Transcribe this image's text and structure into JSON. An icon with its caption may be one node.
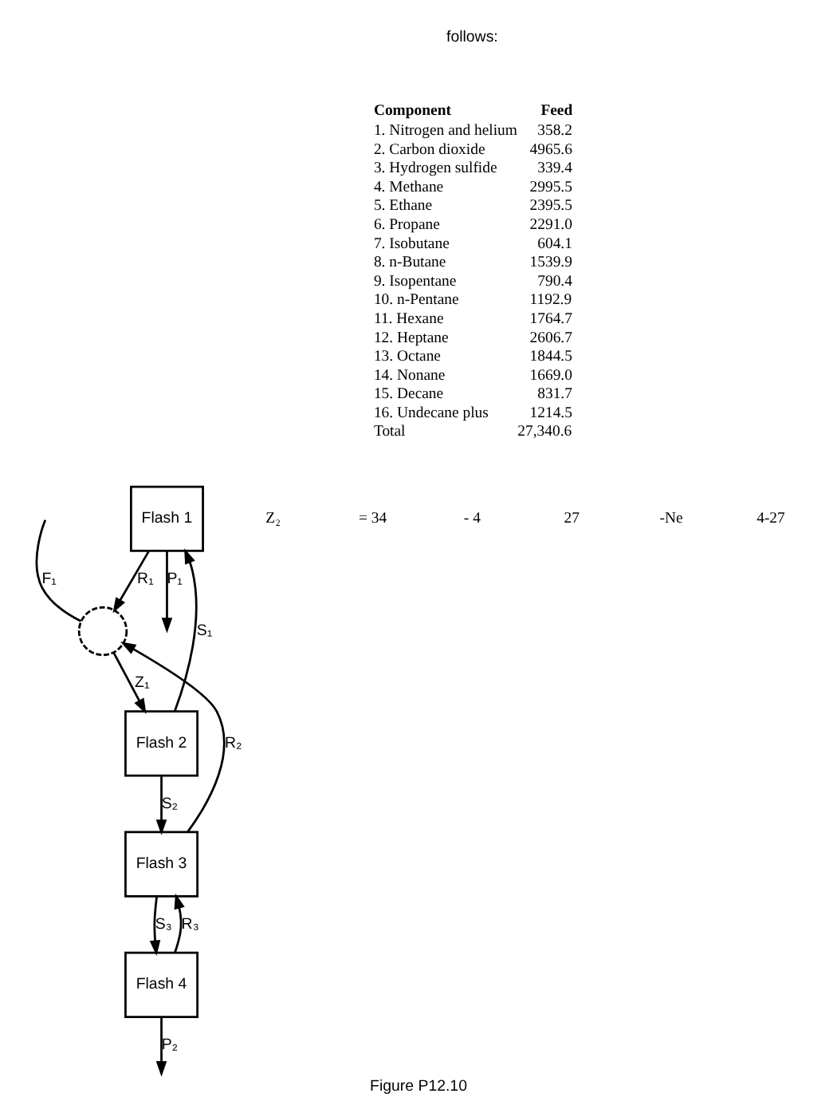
{
  "diagram": {
    "caption": "Figure P12.10",
    "nodes": [
      {
        "text": [
          "Flash 1"
        ]
      },
      {
        "text": [],
        "shape": "circle"
      },
      {
        "text": [
          "Flash 2"
        ]
      },
      {
        "text": [
          "Flash 3"
        ]
      },
      {
        "text": [
          "Flash 4"
        ]
      }
    ],
    "edges": [
      {
        "from": 0,
        "to": null,
        "arrow": "to",
        "label": "P₁"
      },
      {
        "from": 0,
        "to": 1,
        "arrow": "to",
        "label": "R₁"
      },
      {
        "from": 2,
        "to": 0,
        "arrow": "to",
        "label": "S₁"
      },
      {
        "from": 3,
        "to": 1,
        "arrow": "to",
        "label": "R₂"
      },
      {
        "from": null,
        "to": 1,
        "arrow": "none",
        "label": "F₁"
      },
      {
        "from": 1,
        "to": 2,
        "arrow": "to",
        "label": "Z₁"
      },
      {
        "from": 4,
        "to": 3,
        "arrow": "to",
        "label": "R₃"
      },
      {
        "from": 2,
        "to": 3,
        "arrow": "to",
        "label": "S₂"
      },
      {
        "from": 3,
        "to": 4,
        "arrow": "to",
        "label": "S₃"
      },
      {
        "from": 4,
        "to": null,
        "arrow": "to",
        "label": "P₂"
      }
    ],
    "labels": [
      "follows:",
      "Component",
      "Feed",
      "1. Nitrogen and helium",
      "358.2",
      "2. Carbon dioxide",
      "4965.6",
      "3. Hydrogen sulfide",
      "339.4",
      "4. Methane",
      "2995.5",
      "5. Ethane",
      "2395.5",
      "6. Propane",
      "2291.0",
      "7. Isobutane",
      "604.1",
      "8. n-Butane",
      "1539.9",
      "9. Isopentane",
      "790.4",
      "10. n-Pentane",
      "1192.9",
      "11. Hexane",
      "1764.7",
      "12. Heptane",
      "2606.7",
      "13. Octane",
      "1844.5",
      "14. Nonane",
      "1669.0",
      "15. Decane",
      "831.7",
      "16. Undecane plus",
      "1214.5",
      "Total",
      "27,340.6",
      "Z₂",
      "= 34",
      "- 4",
      "27",
      "-Ne",
      "4-27"
    ]
  }
}
